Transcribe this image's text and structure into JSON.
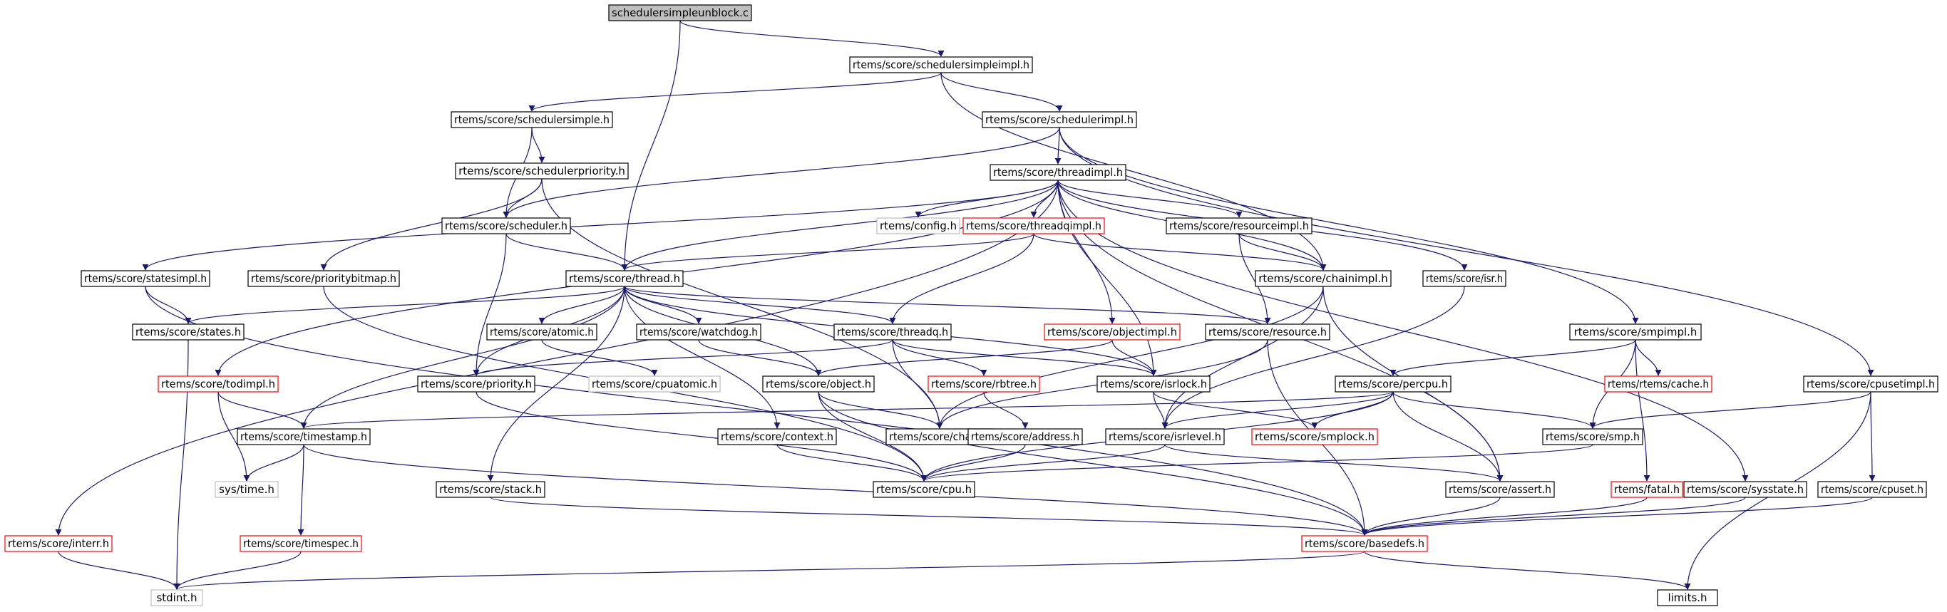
{
  "diagram": {
    "colors": {
      "node_border": "#000000",
      "highlight_fill": "#bfbfbf",
      "missing_border": "#ff0000",
      "external_border": "#bfbfbf",
      "edge": "#191970"
    },
    "nodes": [
      {
        "id": "root",
        "label": "schedulersimpleunblock.c",
        "style": "root"
      },
      {
        "id": "simpleimpl",
        "label": "rtems/score/schedulersimpleimpl.h",
        "style": "normal"
      },
      {
        "id": "simple",
        "label": "rtems/score/schedulersimple.h",
        "style": "normal"
      },
      {
        "id": "schedimpl",
        "label": "rtems/score/schedulerimpl.h",
        "style": "normal"
      },
      {
        "id": "prio",
        "label": "rtems/score/schedulerpriority.h",
        "style": "normal"
      },
      {
        "id": "threadimpl",
        "label": "rtems/score/threadimpl.h",
        "style": "normal"
      },
      {
        "id": "scheduler",
        "label": "rtems/score/scheduler.h",
        "style": "normal"
      },
      {
        "id": "config",
        "label": "rtems/config.h",
        "style": "external"
      },
      {
        "id": "threadqimpl",
        "label": "rtems/score/threadqimpl.h",
        "style": "missing"
      },
      {
        "id": "resourceimpl",
        "label": "rtems/score/resourceimpl.h",
        "style": "normal"
      },
      {
        "id": "statesimpl",
        "label": "rtems/score/statesimpl.h",
        "style": "normal"
      },
      {
        "id": "prioritybitmap",
        "label": "rtems/score/prioritybitmap.h",
        "style": "normal"
      },
      {
        "id": "thread",
        "label": "rtems/score/thread.h",
        "style": "normal"
      },
      {
        "id": "chainimpl",
        "label": "rtems/score/chainimpl.h",
        "style": "normal"
      },
      {
        "id": "isr",
        "label": "rtems/score/isr.h",
        "style": "normal"
      },
      {
        "id": "states",
        "label": "rtems/score/states.h",
        "style": "normal"
      },
      {
        "id": "atomic",
        "label": "rtems/score/atomic.h",
        "style": "normal"
      },
      {
        "id": "watchdog",
        "label": "rtems/score/watchdog.h",
        "style": "normal"
      },
      {
        "id": "threadq",
        "label": "rtems/score/threadq.h",
        "style": "normal"
      },
      {
        "id": "objectimpl",
        "label": "rtems/score/objectimpl.h",
        "style": "missing"
      },
      {
        "id": "resource",
        "label": "rtems/score/resource.h",
        "style": "normal"
      },
      {
        "id": "smpimpl",
        "label": "rtems/score/smpimpl.h",
        "style": "normal"
      },
      {
        "id": "todimpl",
        "label": "rtems/score/todimpl.h",
        "style": "missing"
      },
      {
        "id": "priority",
        "label": "rtems/score/priority.h",
        "style": "normal"
      },
      {
        "id": "cpuatomic",
        "label": "rtems/score/cpuatomic.h",
        "style": "external"
      },
      {
        "id": "object",
        "label": "rtems/score/object.h",
        "style": "normal"
      },
      {
        "id": "rbtree",
        "label": "rtems/score/rbtree.h",
        "style": "missing"
      },
      {
        "id": "isrlock",
        "label": "rtems/score/isrlock.h",
        "style": "normal"
      },
      {
        "id": "percpu",
        "label": "rtems/score/percpu.h",
        "style": "normal"
      },
      {
        "id": "cache",
        "label": "rtems/rtems/cache.h",
        "style": "missing"
      },
      {
        "id": "cpusetimpl",
        "label": "rtems/score/cpusetimpl.h",
        "style": "normal"
      },
      {
        "id": "timestamp",
        "label": "rtems/score/timestamp.h",
        "style": "normal"
      },
      {
        "id": "context",
        "label": "rtems/score/context.h",
        "style": "normal"
      },
      {
        "id": "chain",
        "label": "rtems/score/chain.h",
        "style": "normal"
      },
      {
        "id": "address",
        "label": "rtems/score/address.h",
        "style": "normal"
      },
      {
        "id": "isrlevel",
        "label": "rtems/score/isrlevel.h",
        "style": "normal"
      },
      {
        "id": "smplock",
        "label": "rtems/score/smplock.h",
        "style": "missing"
      },
      {
        "id": "smp",
        "label": "rtems/score/smp.h",
        "style": "normal"
      },
      {
        "id": "systime",
        "label": "sys/time.h",
        "style": "external"
      },
      {
        "id": "stack",
        "label": "rtems/score/stack.h",
        "style": "normal"
      },
      {
        "id": "cpu",
        "label": "rtems/score/cpu.h",
        "style": "normal"
      },
      {
        "id": "assert",
        "label": "rtems/score/assert.h",
        "style": "normal"
      },
      {
        "id": "fatal",
        "label": "rtems/fatal.h",
        "style": "missing"
      },
      {
        "id": "sysstate",
        "label": "rtems/score/sysstate.h",
        "style": "normal"
      },
      {
        "id": "cpuset",
        "label": "rtems/score/cpuset.h",
        "style": "normal"
      },
      {
        "id": "interr",
        "label": "rtems/score/interr.h",
        "style": "missing"
      },
      {
        "id": "timespec",
        "label": "rtems/score/timespec.h",
        "style": "missing"
      },
      {
        "id": "basedefs",
        "label": "rtems/score/basedefs.h",
        "style": "missing"
      },
      {
        "id": "stdint",
        "label": "stdint.h",
        "style": "external"
      },
      {
        "id": "limits",
        "label": "limits.h",
        "style": "normal"
      }
    ],
    "edges": [
      [
        "root",
        "simpleimpl"
      ],
      [
        "root",
        "thread"
      ],
      [
        "simpleimpl",
        "simple"
      ],
      [
        "simpleimpl",
        "schedimpl"
      ],
      [
        "simpleimpl",
        "chainimpl"
      ],
      [
        "simple",
        "prio"
      ],
      [
        "simple",
        "scheduler"
      ],
      [
        "prio",
        "scheduler"
      ],
      [
        "prio",
        "prioritybitmap"
      ],
      [
        "prio",
        "chain"
      ],
      [
        "schedimpl",
        "scheduler"
      ],
      [
        "schedimpl",
        "threadimpl"
      ],
      [
        "schedimpl",
        "smpimpl"
      ],
      [
        "schedimpl",
        "cpusetimpl"
      ],
      [
        "threadimpl",
        "config"
      ],
      [
        "threadimpl",
        "threadqimpl"
      ],
      [
        "threadimpl",
        "resourceimpl"
      ],
      [
        "threadimpl",
        "statesimpl"
      ],
      [
        "threadimpl",
        "thread"
      ],
      [
        "threadimpl",
        "chainimpl"
      ],
      [
        "threadimpl",
        "isr"
      ],
      [
        "threadimpl",
        "objectimpl"
      ],
      [
        "threadimpl",
        "todimpl"
      ],
      [
        "threadimpl",
        "interr"
      ],
      [
        "threadimpl",
        "assert"
      ],
      [
        "threadimpl",
        "sysstate"
      ],
      [
        "threadimpl",
        "isrlock"
      ],
      [
        "scheduler",
        "thread"
      ],
      [
        "scheduler",
        "priority"
      ],
      [
        "threadqimpl",
        "thread"
      ],
      [
        "threadqimpl",
        "threadq"
      ],
      [
        "threadqimpl",
        "chainimpl"
      ],
      [
        "resourceimpl",
        "resource"
      ],
      [
        "resourceimpl",
        "chainimpl"
      ],
      [
        "statesimpl",
        "states"
      ],
      [
        "statesimpl",
        "basedefs"
      ],
      [
        "prioritybitmap",
        "cpu"
      ],
      [
        "thread",
        "states"
      ],
      [
        "thread",
        "atomic"
      ],
      [
        "thread",
        "watchdog"
      ],
      [
        "thread",
        "threadq"
      ],
      [
        "thread",
        "object"
      ],
      [
        "thread",
        "priority"
      ],
      [
        "thread",
        "timestamp"
      ],
      [
        "thread",
        "context"
      ],
      [
        "thread",
        "stack"
      ],
      [
        "thread",
        "resource"
      ],
      [
        "thread",
        "isrlock"
      ],
      [
        "chainimpl",
        "chain"
      ],
      [
        "chainimpl",
        "assert"
      ],
      [
        "chainimpl",
        "isrlevel"
      ],
      [
        "isr",
        "isrlevel"
      ],
      [
        "states",
        "stdint"
      ],
      [
        "atomic",
        "cpuatomic"
      ],
      [
        "watchdog",
        "object"
      ],
      [
        "threadq",
        "priority"
      ],
      [
        "threadq",
        "rbtree"
      ],
      [
        "threadq",
        "chain"
      ],
      [
        "threadq",
        "isrlock"
      ],
      [
        "objectimpl",
        "object"
      ],
      [
        "objectimpl",
        "isrlock"
      ],
      [
        "resource",
        "chain"
      ],
      [
        "resource",
        "basedefs"
      ],
      [
        "smpimpl",
        "percpu"
      ],
      [
        "smpimpl",
        "cache"
      ],
      [
        "smpimpl",
        "smp"
      ],
      [
        "smpimpl",
        "fatal"
      ],
      [
        "todimpl",
        "timestamp"
      ],
      [
        "todimpl",
        "systime"
      ],
      [
        "priority",
        "cpu"
      ],
      [
        "object",
        "chain"
      ],
      [
        "object",
        "cpu"
      ],
      [
        "object",
        "basedefs"
      ],
      [
        "rbtree",
        "address"
      ],
      [
        "isrlock",
        "isrlevel"
      ],
      [
        "isrlock",
        "smplock"
      ],
      [
        "percpu",
        "cpu"
      ],
      [
        "percpu",
        "smplock"
      ],
      [
        "percpu",
        "smp"
      ],
      [
        "percpu",
        "assert"
      ],
      [
        "percpu",
        "isrlevel"
      ],
      [
        "percpu",
        "timestamp"
      ],
      [
        "cpusetimpl",
        "smp"
      ],
      [
        "cpusetimpl",
        "cpuset"
      ],
      [
        "cpusetimpl",
        "limits"
      ],
      [
        "timestamp",
        "systime"
      ],
      [
        "timestamp",
        "timespec"
      ],
      [
        "timestamp",
        "basedefs"
      ],
      [
        "context",
        "cpu"
      ],
      [
        "address",
        "cpu"
      ],
      [
        "isrlevel",
        "cpu"
      ],
      [
        "isrlevel",
        "assert"
      ],
      [
        "smp",
        "cpu"
      ],
      [
        "stack",
        "basedefs"
      ],
      [
        "assert",
        "basedefs"
      ],
      [
        "fatal",
        "basedefs"
      ],
      [
        "sysstate",
        "basedefs"
      ],
      [
        "cpuset",
        "basedefs"
      ],
      [
        "interr",
        "stdint"
      ],
      [
        "timespec",
        "stdint"
      ],
      [
        "basedefs",
        "stdint"
      ],
      [
        "basedefs",
        "limits"
      ]
    ]
  }
}
